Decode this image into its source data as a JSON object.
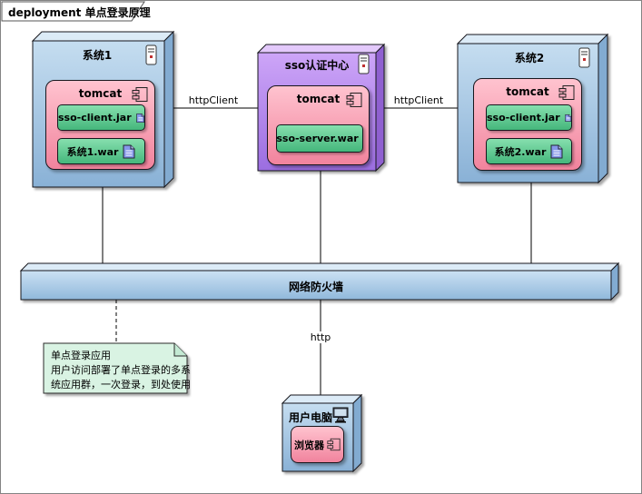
{
  "frame": {
    "title": "deployment 单点登录原理"
  },
  "nodes": {
    "system1": {
      "label": "系统1",
      "tomcat_label": "tomcat",
      "artifacts": [
        "sso-client.jar",
        "系统1.war"
      ]
    },
    "sso_center": {
      "label": "sso认证中心",
      "tomcat_label": "tomcat",
      "artifacts": [
        "sso-server.war"
      ]
    },
    "system2": {
      "label": "系统2",
      "tomcat_label": "tomcat",
      "artifacts": [
        "sso-client.jar",
        "系统2.war"
      ]
    },
    "firewall": {
      "label": "网络防火墙"
    },
    "user_pc": {
      "label": "用户电脑",
      "browser_label": "浏览器"
    }
  },
  "edges": {
    "http_client_left": "httpClient",
    "http_client_right": "httpClient",
    "http": "http"
  },
  "note": {
    "lines": [
      "单点登录应用",
      "用户访问部署了单点登录的多系",
      "统应用群，一次登录，到处使用"
    ]
  },
  "icons": {
    "node": "server-icon",
    "component": "component-icon",
    "artifact": "document-icon",
    "user_pc": "computer-icon"
  },
  "colors": {
    "node_blue": "#a9c8e4",
    "node_purple": "#b286ec",
    "component_pink": "#f795ab",
    "artifact_green": "#5fcb96",
    "note_green": "#d9f3e3",
    "doc_icon_blue": "#8698ea"
  }
}
